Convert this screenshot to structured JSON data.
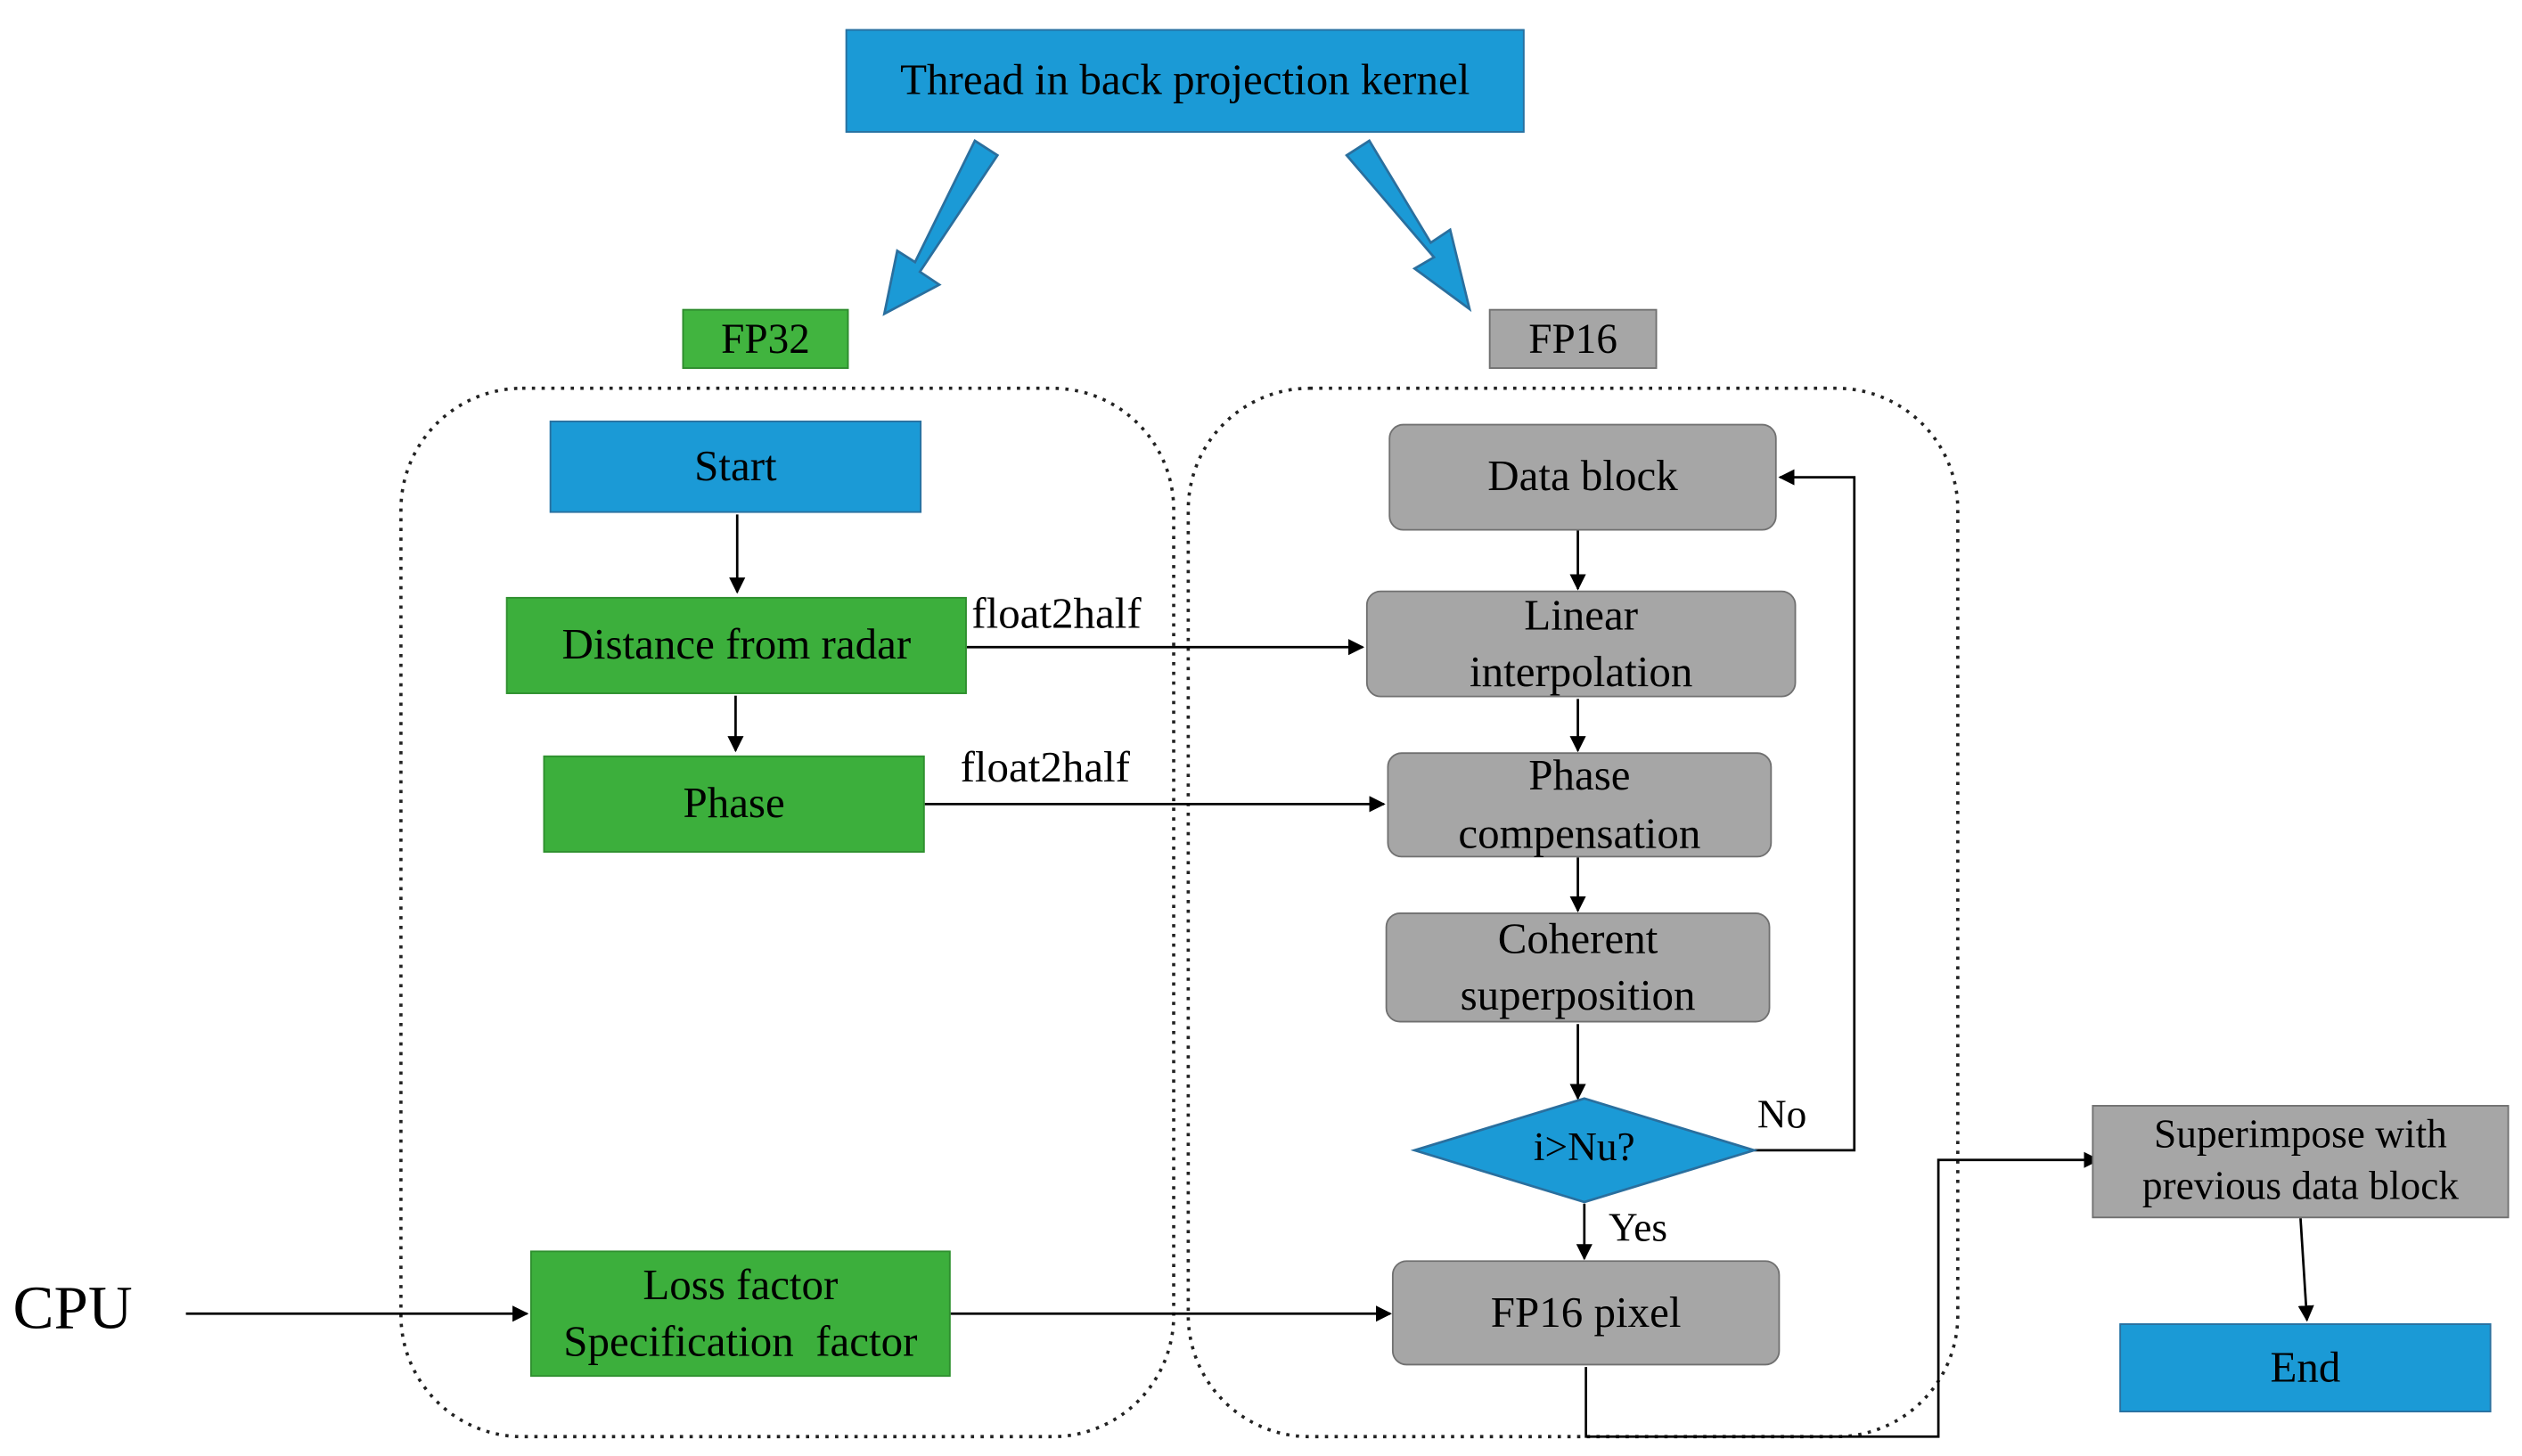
{
  "nodes": {
    "thread_kernel": "Thread in back projection kernel",
    "fp32_tag": "FP32",
    "fp16_tag": "FP16",
    "start": "Start",
    "distance": "Distance from radar",
    "phase": "Phase",
    "loss_factor_line1": "Loss factor",
    "loss_factor_line2": "Specification  factor",
    "data_block": "Data block",
    "linear_line1": "Linear",
    "linear_line2": "interpolation",
    "phase_comp_line1": "Phase",
    "phase_comp_line2": "compensation",
    "coherent_line1": "Coherent",
    "coherent_line2": "superposition",
    "decision": "i>Nu?",
    "fp16_pixel": "FP16 pixel",
    "superimpose_line1": "Superimpose with",
    "superimpose_line2": "previous data block",
    "end": "End"
  },
  "edge_labels": {
    "float2half_1": "float2half",
    "float2half_2": "float2half",
    "no": "No",
    "yes": "Yes"
  },
  "external": {
    "cpu": "CPU"
  },
  "colors": {
    "blue": "#1b9ad6",
    "green": "#3caf3c",
    "gray": "#a6a6a6"
  }
}
